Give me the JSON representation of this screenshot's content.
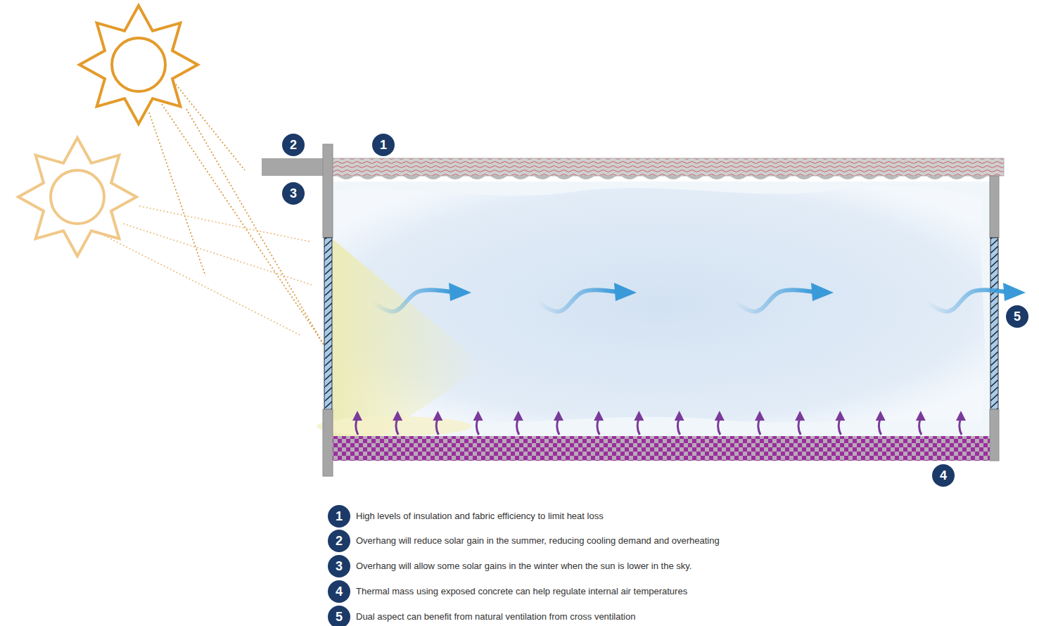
{
  "diagram": {
    "labels": [
      "2",
      "1",
      "3",
      "5",
      "4",
      "1",
      "High levels of insulation and fabric efficiency to limit heat loss",
      "2",
      "Overhang will reduce solar gain in the summer, reducing cooling demand and overheating",
      "3",
      "Overhang will allow some solar gains in the winter when the sun is lower in the sky.",
      "4",
      "Thermal mass using exposed concrete can help regulate internal air temperatures",
      "5",
      "Dual aspect can benefit from natural ventilation from cross ventilation"
    ]
  }
}
